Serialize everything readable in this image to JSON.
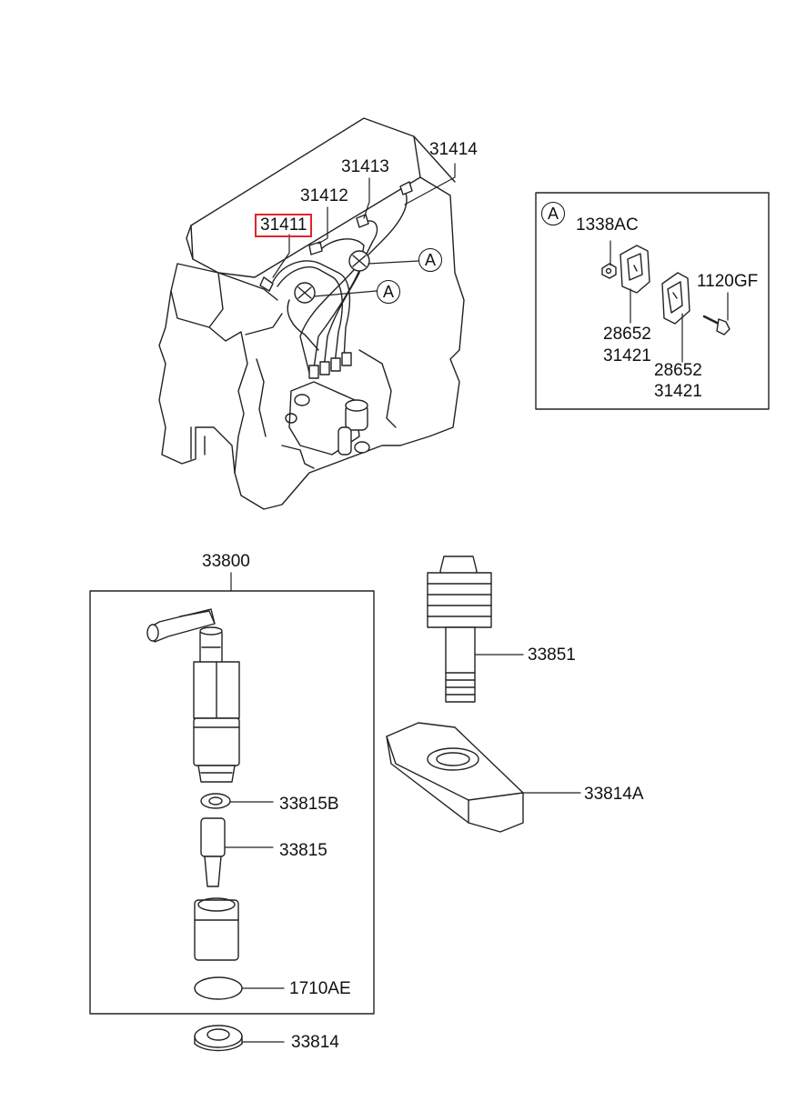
{
  "callouts": {
    "c31411": "31411",
    "c31412": "31412",
    "c31413": "31413",
    "c31414": "31414",
    "cA1": "A",
    "cA2": "A",
    "detail_marker": "A",
    "c1338AC": "1338AC",
    "c1120GF": "1120GF",
    "c28652_a": "28652",
    "c31421_a": "31421",
    "c28652_b": "28652",
    "c31421_b": "31421",
    "c33800": "33800",
    "c33851": "33851",
    "c33815B": "33815B",
    "c33814A": "33814A",
    "c33815": "33815",
    "c1710AE": "1710AE",
    "c33814": "33814"
  },
  "highlight_color": "#e0242b"
}
